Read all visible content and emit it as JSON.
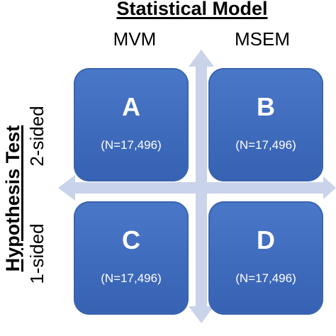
{
  "header": {
    "title": "Statistical Model",
    "columns": [
      "MVM",
      "MSEM"
    ]
  },
  "side": {
    "title": "Hypothesis Test",
    "rows": [
      "2-sided",
      "1-sided"
    ]
  },
  "cells": [
    {
      "letter": "A",
      "n": "(N=17,496)"
    },
    {
      "letter": "B",
      "n": "(N=17,496)"
    },
    {
      "letter": "C",
      "n": "(N=17,496)"
    },
    {
      "letter": "D",
      "n": "(N=17,496)"
    }
  ],
  "colors": {
    "box_fill": "#4370c2",
    "arrow": "#c9d3ea",
    "text_on_box": "#ffffff"
  }
}
